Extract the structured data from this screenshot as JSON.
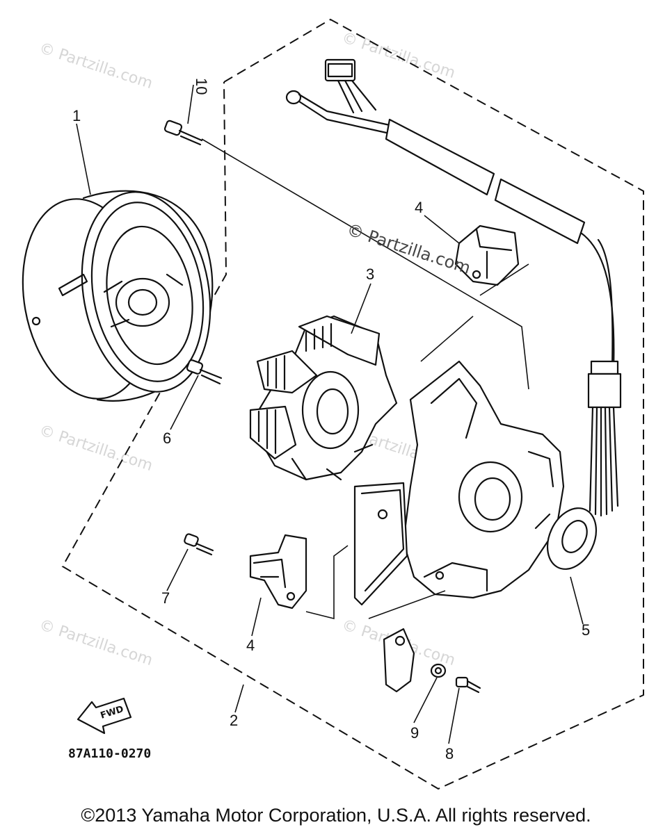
{
  "watermarks": {
    "faint": "© Partzilla.com",
    "prominent": "© Partzilla.com"
  },
  "callouts": [
    "10",
    "1",
    "4",
    "3",
    "6",
    "7",
    "4",
    "2",
    "5",
    "9",
    "8"
  ],
  "diagram_code": "87A110-0270",
  "fwd_label": "FWD",
  "copyright": "©2013 Yamaha Motor Corporation, U.S.A. All rights reserved."
}
